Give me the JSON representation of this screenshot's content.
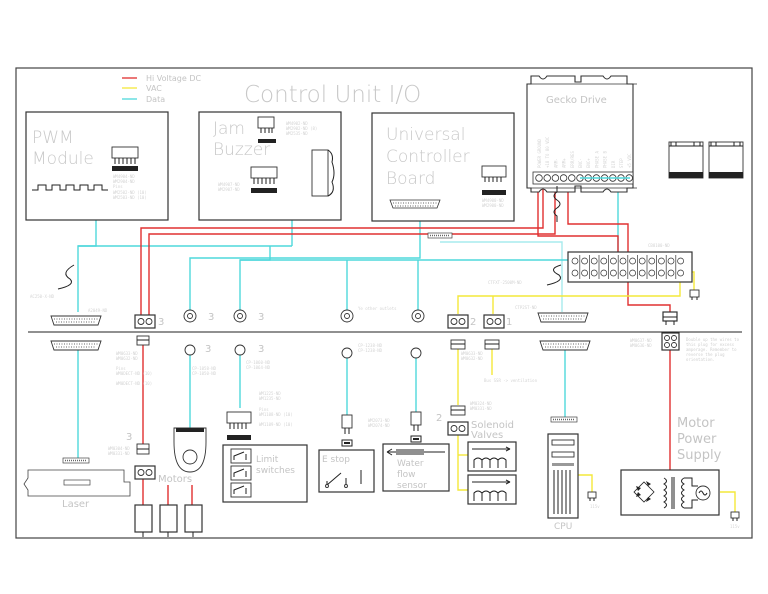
{
  "title": "Control Unit I/O",
  "legend": [
    {
      "label": "Hi Voltage DC",
      "color": "#e03030"
    },
    {
      "label": "VAC",
      "color": "#f4e83a"
    },
    {
      "label": "Data",
      "color": "#4fd8dc"
    }
  ],
  "modules": {
    "pwm": {
      "line1": "PWM",
      "line2": "Module",
      "parts": [
        "WM4904-ND",
        "WM2904-ND",
        "Pins",
        "WM2502-ND (10)",
        "WM2503-ND (10)"
      ]
    },
    "jam": {
      "line1": "Jam",
      "line2": "Buzzer",
      "parts_top": [
        "WM4902-ND",
        "WM2902-ND (8)",
        "WM2535-ND"
      ],
      "parts_bottom": [
        "WM4907-ND",
        "WM2907-ND"
      ]
    },
    "ucb": {
      "line1": "Universal",
      "line2": "Controller",
      "line3": "Board",
      "parts": [
        "WM4900-ND",
        "WM2900-ND"
      ]
    },
    "gecko": {
      "title": "Gecko Drive",
      "pins": [
        "POWER GROUND",
        "+18 TO 80 VDC",
        "ARM-",
        "ARM+",
        "ERR/RES",
        "ENC-",
        "ENC+",
        "PHASE A",
        "PHASE B",
        "DIR",
        "STEP",
        "+5 VDC"
      ]
    }
  },
  "labels": {
    "cable1": "AC250-X-ND",
    "db25_left": "A2049-ND",
    "terminal_block": "CB8100-ND",
    "cable2": "CTFXT-2500M-ND",
    "db25_right": "CTP2ST-ND",
    "uv_cable": "Ye other outlets",
    "num3": "3",
    "num2": "2",
    "num1": "1",
    "vac_note": "Bus SSR -> ventilation",
    "motor_plug": [
      "WM0637-ND",
      "WM0636-ND"
    ],
    "motor_note": "Double up the wires to this plug for excess amperage. Remember to reverse the plug orientation.",
    "motor_wires_top": [
      "WM0633-ND",
      "WM0632-ND"
    ],
    "motor_wires_pins": [
      "Pins",
      "WM0DECT-ND (10)",
      "WM0DECT-ND (10)"
    ],
    "motor_wires_bottom": [
      "WM0304-ND",
      "WM0331-ND"
    ],
    "enc_cable": [
      "CP-1058-ND",
      "CP-1050-ND"
    ],
    "lim_cable": [
      "CP-1060-ND",
      "CP-1064-ND"
    ],
    "lim_parts": [
      "WM1225-ND",
      "WM1235-ND",
      "Pins",
      "WM1108-ND (10)",
      "WM1109-ND (10)"
    ],
    "estop_cable": [
      "CP-1238-ND",
      "CP-1238-ND"
    ],
    "estop_parts": [
      "WM2073-ND",
      "WM2074-ND"
    ],
    "sol_top": [
      "WM0633-ND",
      "WM0632-ND"
    ],
    "sol_bottom": [
      "WM0324-ND",
      "WM0331-ND"
    ],
    "outlet": "115v"
  },
  "components": {
    "laser": "Laser",
    "motors": "Motors",
    "limit_line1": "Limit",
    "limit_line2": "switches",
    "estop": "E stop",
    "water_line1": "Water",
    "water_line2": "flow",
    "water_line3": "sensor",
    "solenoid_line1": "Solenoid",
    "solenoid_line2": "Valves",
    "cpu": "CPU",
    "mps_line1": "Motor",
    "mps_line2": "Power",
    "mps_line3": "Supply"
  }
}
